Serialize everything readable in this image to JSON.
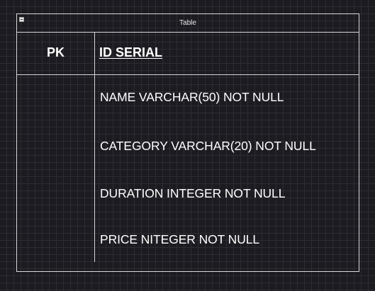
{
  "table": {
    "title": "Table",
    "primary_key": {
      "key_label": "PK",
      "field": "ID SERIAL"
    },
    "fields": [
      "NAME VARCHAR(50) NOT NULL",
      "CATEGORY VARCHAR(20) NOT NULL",
      "DURATION INTEGER NOT NULL",
      "PRICE NITEGER NOT NULL"
    ]
  }
}
